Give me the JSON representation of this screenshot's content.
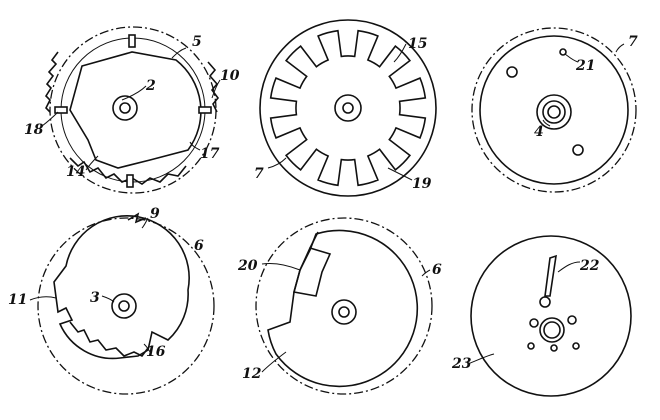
{
  "figures": {
    "top_left": {
      "labels": [
        "5",
        "2",
        "10",
        "18",
        "17",
        "14"
      ]
    },
    "top_middle": {
      "labels": [
        "15",
        "7",
        "19"
      ]
    },
    "top_right": {
      "labels": [
        "7",
        "21",
        "4"
      ]
    },
    "bottom_left": {
      "labels": [
        "9",
        "6",
        "11",
        "3",
        "16"
      ]
    },
    "bottom_middle": {
      "labels": [
        "20",
        "6",
        "12"
      ]
    },
    "bottom_right": {
      "labels": [
        "22",
        "23"
      ]
    }
  }
}
